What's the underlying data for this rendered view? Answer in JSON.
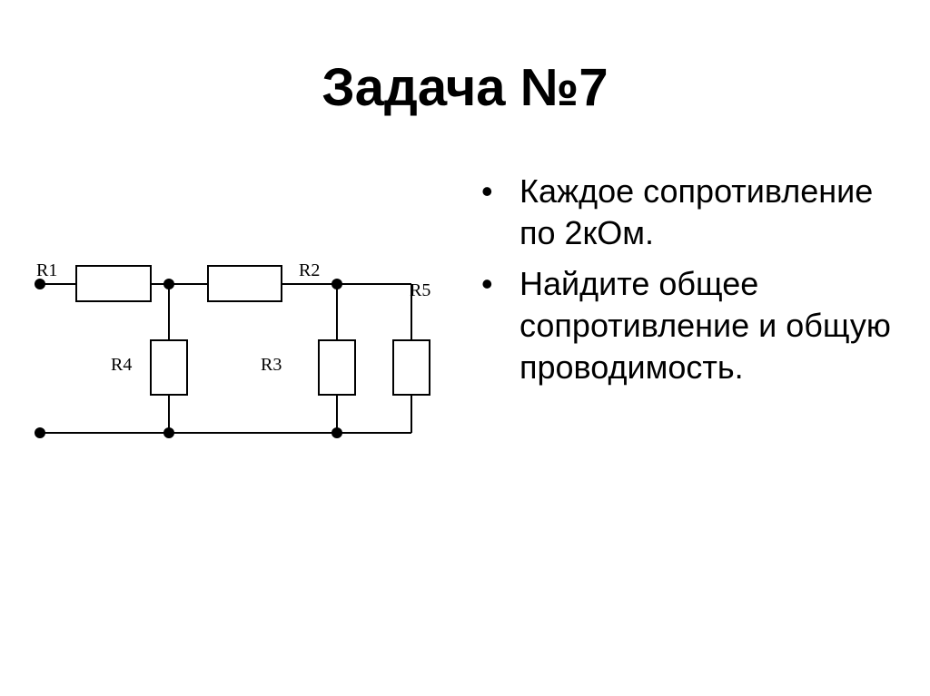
{
  "title": "Задача №7",
  "diagram": {
    "labels": {
      "r1": "R1",
      "r2": "R2",
      "r3": "R3",
      "r4": "R4",
      "r5": "R5"
    }
  },
  "bullets": [
    {
      "marker": "•",
      "text": "Каждое сопротивление по 2кОм."
    },
    {
      "marker": "•",
      "text": "Найдите общее сопротивление и общую проводимость."
    }
  ]
}
